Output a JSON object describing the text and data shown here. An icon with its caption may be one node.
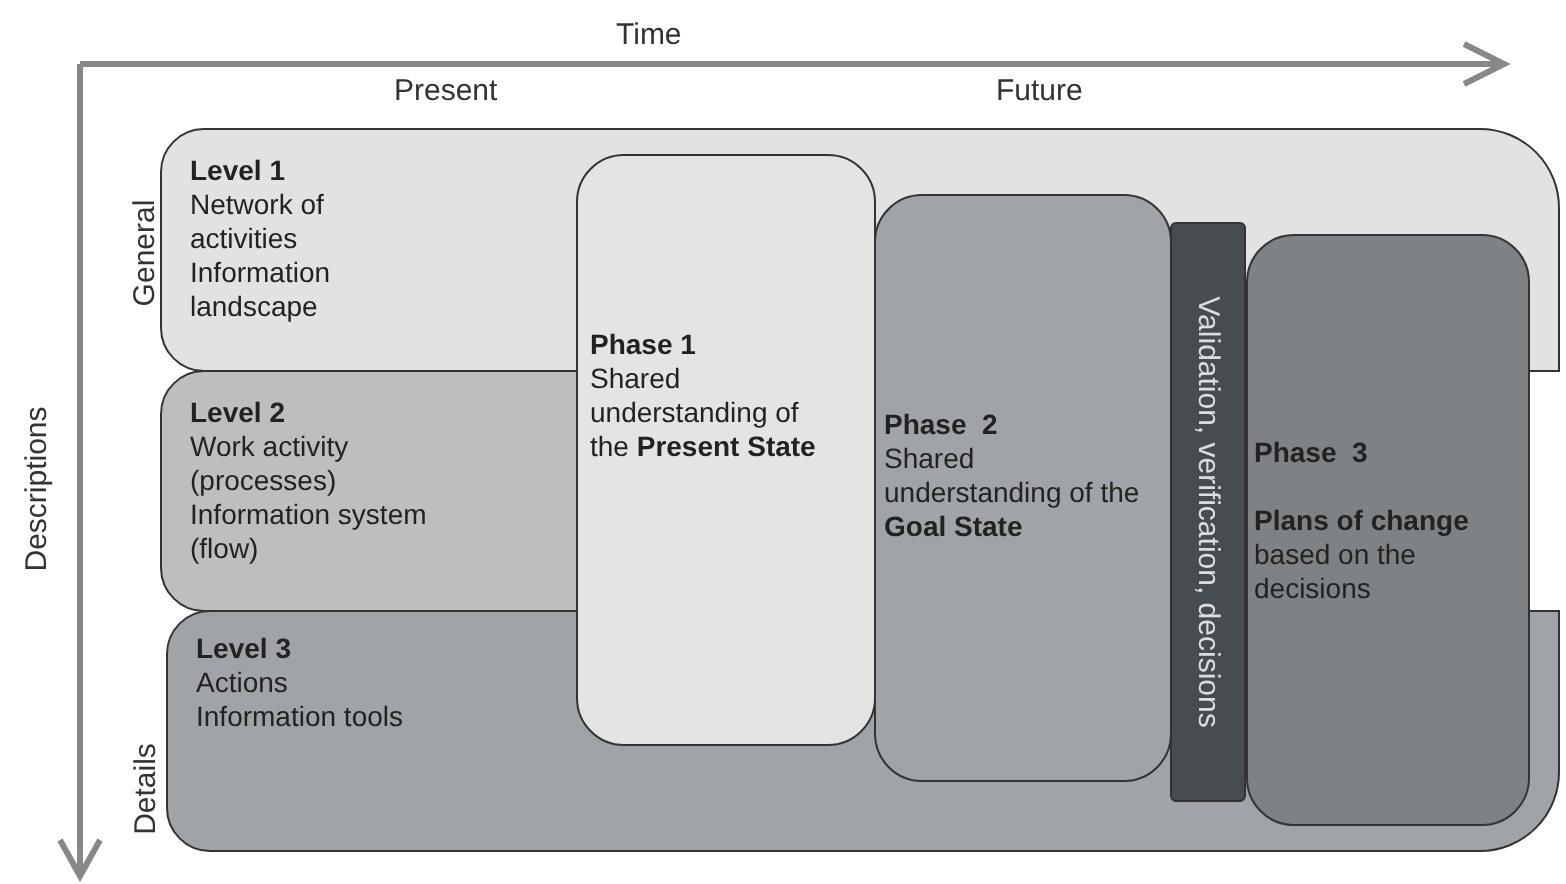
{
  "diagram": {
    "nodes": [
      {
        "text": [
          "Level 1",
          "Network of activities",
          "Information landscape"
        ]
      },
      {
        "text": [
          "Level 2",
          "Work activity (processes)",
          "Information system (flow)"
        ]
      },
      {
        "text": [
          "Level 3",
          "Actions",
          "Information tools"
        ]
      },
      {
        "text": [
          "Phase 1",
          "Shared understanding of the **Present State**"
        ]
      },
      {
        "text": [
          "Phase  2",
          "Shared understanding of the **Goal State**"
        ]
      },
      {
        "text": [
          "Validation, verification, decisions"
        ]
      },
      {
        "text": [
          "Phase  3",
          "**Plans of change** based on the decisions"
        ]
      }
    ],
    "edges": [],
    "labels": [
      "Time",
      "Present",
      "Future",
      "Descriptions",
      "General",
      "Details"
    ]
  }
}
